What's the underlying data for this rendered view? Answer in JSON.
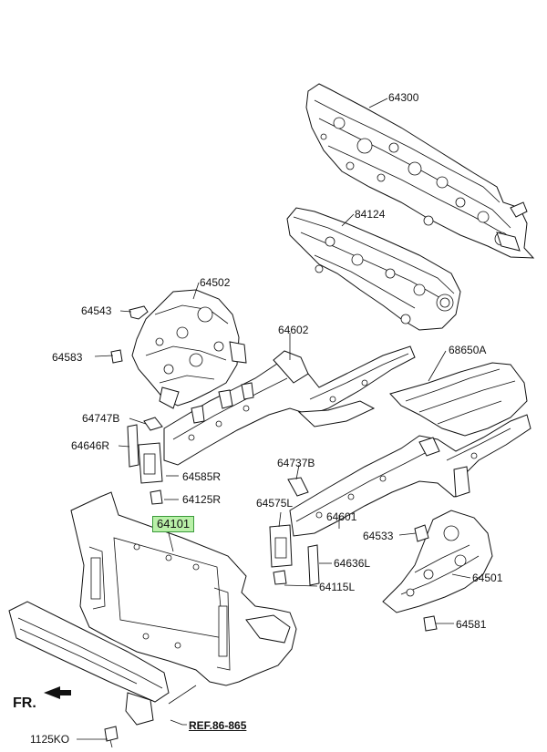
{
  "labels": {
    "p64300": "64300",
    "p84124": "84124",
    "p64502": "64502",
    "p64543": "64543",
    "p64583": "64583",
    "p64602": "64602",
    "p68650A": "68650A",
    "p64747B": "64747B",
    "p64646R": "64646R",
    "p64585R": "64585R",
    "p64125R": "64125R",
    "p64737B": "64737B",
    "p64575L": "64575L",
    "p64101": "64101",
    "p64601": "64601",
    "p64533": "64533",
    "p64636L": "64636L",
    "p64501": "64501",
    "p64115L": "64115L",
    "p64581": "64581",
    "p1125KO": "1125KO",
    "fr": "FR.",
    "ref": "REF.86-865"
  },
  "colors": {
    "highlight": "#b9f0a8",
    "highlight_border": "#3a9a3a"
  }
}
